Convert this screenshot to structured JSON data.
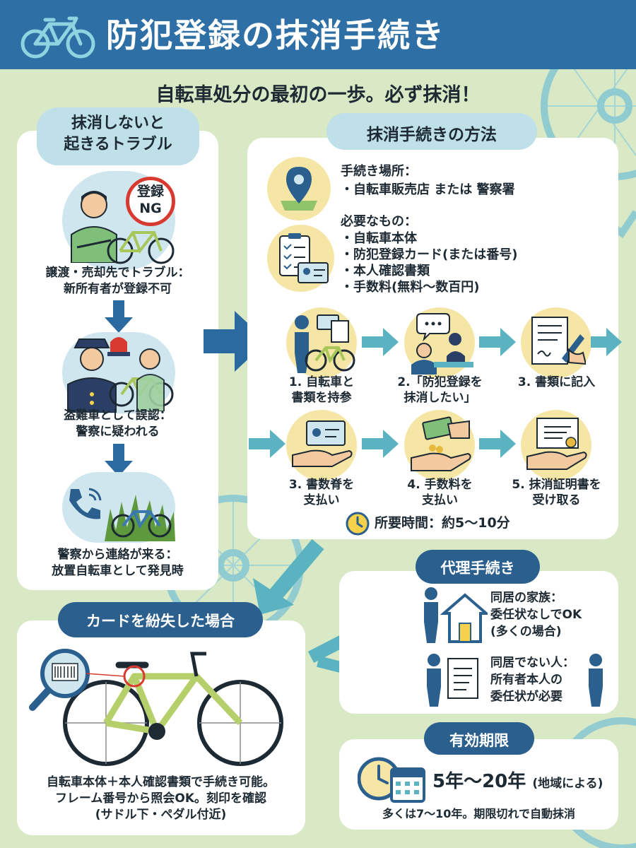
{
  "header": {
    "title": "防犯登録の抹消手続き"
  },
  "subtitle": "自転車処分の最初の一歩。必ず抹消！",
  "trouble": {
    "title_line1": "抹消しないと",
    "title_line2": "起きるトラブル",
    "ng_line1": "登録",
    "ng_line2": "NG",
    "items": [
      {
        "line1": "譲渡・売却先でトラブル：",
        "line2": "新所有者が登録不可"
      },
      {
        "line1": "盗難車として誤認：",
        "line2": "警察に疑われる"
      },
      {
        "line1": "警察から連絡が来る：",
        "line2": "放置自転車として発見時"
      }
    ]
  },
  "method": {
    "title": "抹消手続きの方法",
    "place_label": "手続き場所：",
    "place_item": "・自転車販売店 または 警察署",
    "needs_label": "必要なもの：",
    "needs_items": [
      "・自転車本体",
      "・防犯登録カード(または番号)",
      "・本人確認書類",
      "・手数料(無料～数百円)"
    ],
    "steps_row1": [
      {
        "line1": "1. 自転車と",
        "line2": "書類を持参"
      },
      {
        "line1": "2.「防犯登録を",
        "line2": "抹消したい」"
      },
      {
        "line1": "3. 書類に記入",
        "line2": ""
      }
    ],
    "steps_row2": [
      {
        "line1": "3. 書数脊を",
        "line2": "支払い"
      },
      {
        "line1": "4. 手数料を",
        "line2": "支払い"
      },
      {
        "line1": "5. 抹消証明書を",
        "line2": "受け取る"
      }
    ],
    "time": "所要時間：約5～10分"
  },
  "lost_card": {
    "title": "カードを紛失した場合",
    "lines": [
      "自転車本体＋本人確認書類で手続き可能。",
      "フレーム番号から照会OK。刻印を確認",
      "(サドル下・ペダル付近)"
    ]
  },
  "proxy": {
    "title": "代理手続き",
    "family_lines": [
      "同居の家族：",
      "委任状なしでOK",
      "(多くの場合)"
    ],
    "other_lines": [
      "同居でない人：",
      "所有者本人の",
      "委任状が必要"
    ]
  },
  "validity": {
    "title": "有効期限",
    "main": "5年～20年",
    "note_small": "(地域による)",
    "footer": "多くは7～10年。期限切れで自動抹消"
  },
  "colors": {
    "header_blue": "#2e6fa5",
    "pill_blue": "#2b5f8e",
    "pill_light": "#bfe0e8",
    "arrow_blue": "#2a6aa0",
    "arrow_teal": "#5bb3c2",
    "background": "#d9e8c5",
    "circle_blue": "#cfe6ef",
    "circle_yellow": "#f6e6a6",
    "ng_red": "#d93a2f"
  }
}
